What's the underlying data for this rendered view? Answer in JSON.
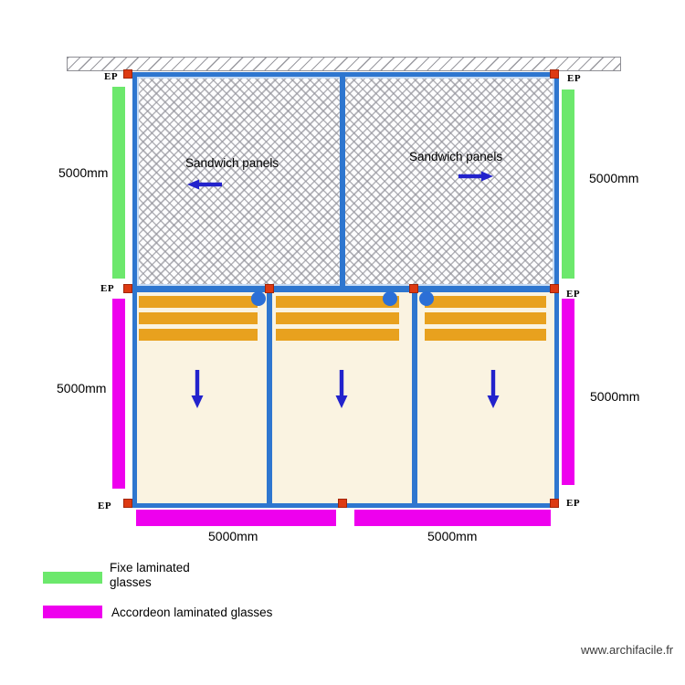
{
  "meta": {
    "watermark": "www.archifacile.fr"
  },
  "plan": {
    "ep_label": "EP",
    "top_section": {
      "left_panel": {
        "label": "Sandwich panels",
        "slide_direction": "left"
      },
      "right_panel": {
        "label": "Sandwich panels",
        "slide_direction": "right"
      }
    },
    "lower_section": {
      "panels": [
        {
          "slide_direction": "down",
          "pivot": "top-right",
          "slat_count": 3
        },
        {
          "slide_direction": "down",
          "pivot": "top-right",
          "slat_count": 3
        },
        {
          "slide_direction": "down",
          "pivot": "top-left",
          "slat_count": 3
        }
      ]
    },
    "dimensions": {
      "left_top": "5000mm",
      "left_bottom": "5000mm",
      "right_top": "5000mm",
      "right_bottom": "5000mm",
      "bottom_left": "5000mm",
      "bottom_right": "5000mm"
    }
  },
  "legend": {
    "items": [
      {
        "label": "Fixe laminated glasses",
        "color": "#6ce86c"
      },
      {
        "label": "Accordeon laminated glasses",
        "color": "#ee00ee"
      }
    ]
  },
  "colors": {
    "frame_blue": "#2e76cf",
    "fixed_glass_green": "#6ce86c",
    "accordion_magenta": "#ee00ee",
    "panel_slat_orange": "#e8a11e",
    "glass_panel_cream": "#faf3e1",
    "ep_marker_red": "#dd3a12",
    "pivot_dot_blue": "#2b6fd6",
    "arrow_blue": "#2222cc"
  }
}
